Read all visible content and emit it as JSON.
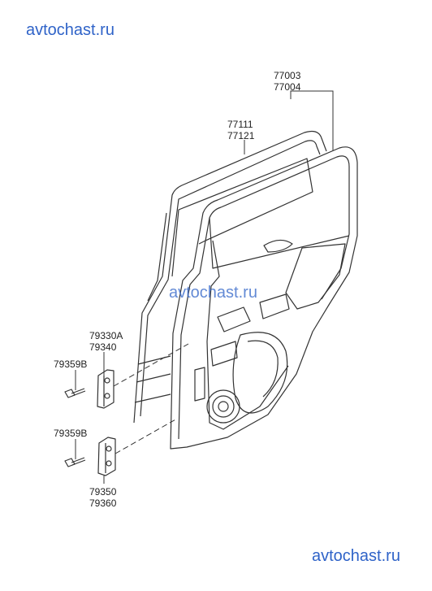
{
  "watermarks": {
    "top": "avtochast.ru",
    "middle": "avtochast.ru",
    "bottom": "avtochast.ru"
  },
  "labels": {
    "door_assy_a": "77003",
    "door_assy_b": "77004",
    "door_panel_a": "77111",
    "door_panel_b": "77121",
    "upper_hinge_a": "79330A",
    "upper_hinge_b": "79340",
    "upper_bolt": "79359B",
    "lower_bolt": "79359B",
    "lower_hinge_a": "79350",
    "lower_hinge_b": "79360"
  },
  "colors": {
    "line": "#333333",
    "watermark": "#2f63c8"
  }
}
